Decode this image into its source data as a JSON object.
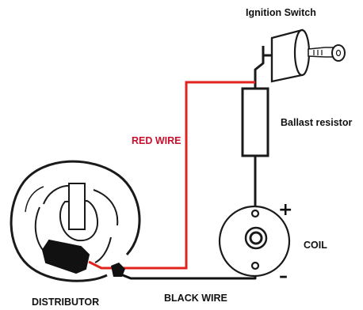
{
  "labels": {
    "ignition_switch": "Ignition Switch",
    "ballast_resistor": "Ballast resistor",
    "red_wire": "RED WIRE",
    "coil": "COIL",
    "distributor": "DISTRIBUTOR",
    "black_wire": "BLACK WIRE",
    "plus": "+",
    "minus": "–"
  },
  "colors": {
    "red_wire": "#e0231e",
    "black_wire": "#111111",
    "red_label": "#c8102e",
    "outline": "#1a1a1a"
  }
}
